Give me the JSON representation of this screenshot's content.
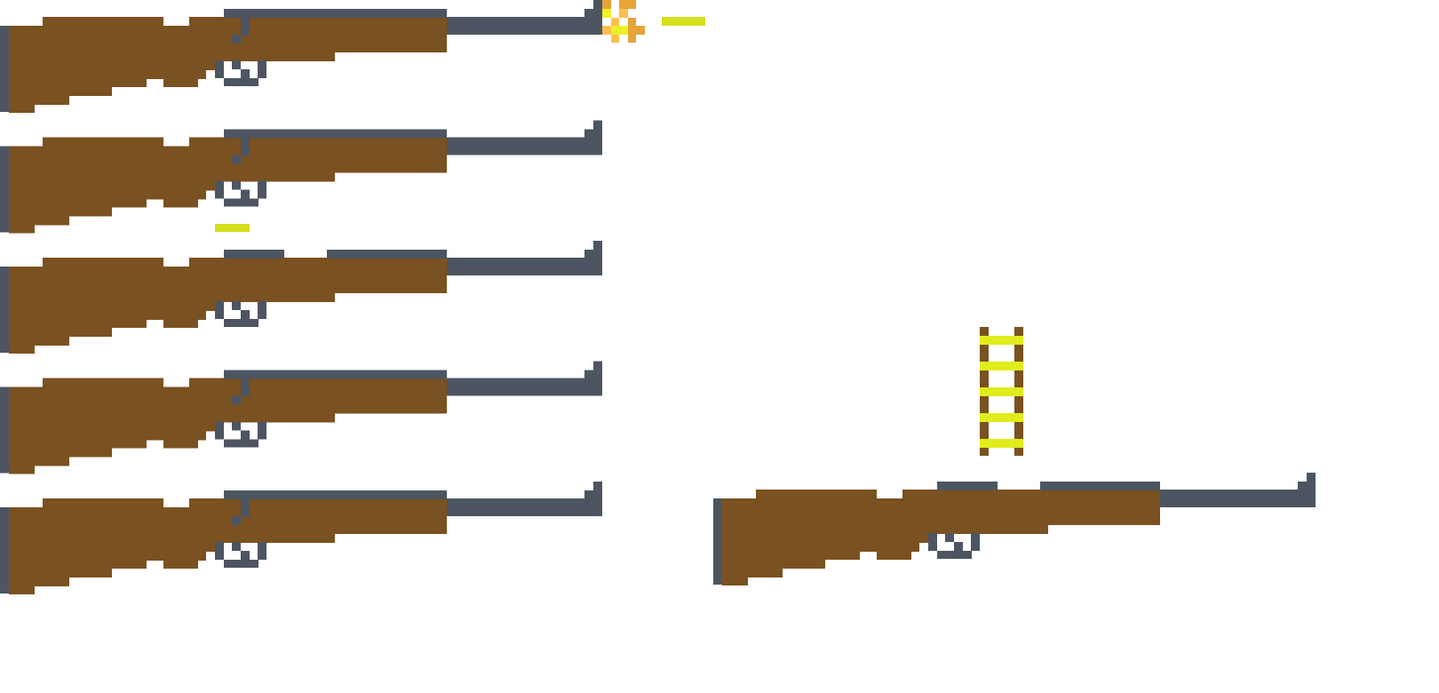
{
  "game": {
    "colors": {
      "background": "#ffffff",
      "wood": "#7a5120",
      "metal": "#4c5561",
      "bullet": "#d6e01c",
      "ladder_rung": "#e0ec1c",
      "flash_light": "#fdc04f",
      "flash_dark": "#e6a43a",
      "flash_yellow": "#eef029"
    },
    "entities": [
      {
        "type": "rifle",
        "variant": "with-receiver",
        "firing": true
      },
      {
        "type": "rifle",
        "variant": "with-receiver",
        "firing": false
      },
      {
        "type": "rifle",
        "variant": "split-rail",
        "firing": false
      },
      {
        "type": "rifle",
        "variant": "with-receiver",
        "firing": false
      },
      {
        "type": "rifle",
        "variant": "with-receiver",
        "firing": false
      },
      {
        "type": "rifle",
        "variant": "split-rail",
        "firing": false
      },
      {
        "type": "bullet"
      },
      {
        "type": "bullet"
      },
      {
        "type": "ladder",
        "rungs": 5
      }
    ]
  }
}
